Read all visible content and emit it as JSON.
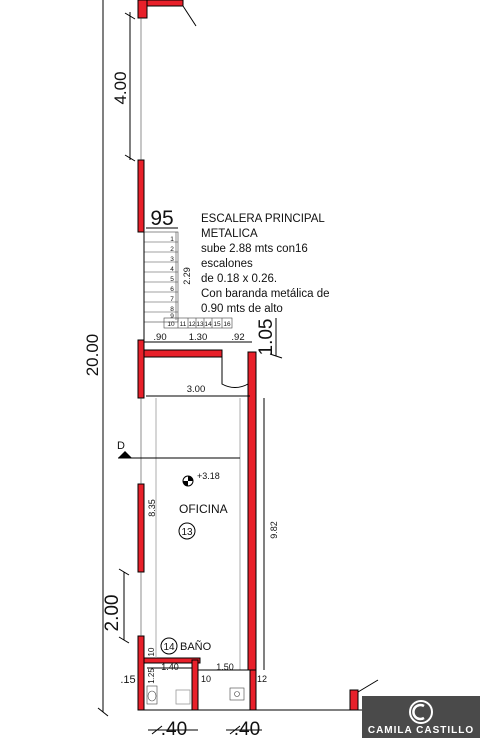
{
  "colors": {
    "wall": "#e8202a",
    "lines": "#000000",
    "logo_bg": "#4a4a4a"
  },
  "dimensions": {
    "overall_height": "20.00",
    "upper_space": "4.00",
    "stair_left": "95",
    "stair_run": "2.29",
    "stair_bottom_left": ".90",
    "stair_bottom_mid": "1.30",
    "stair_bottom_right": ".92",
    "landing": "1.05",
    "office_width": "3.00",
    "office_left_height": "8.35",
    "office_right_height": "9.82",
    "window_height": "2.00",
    "bath_wall": "10",
    "bath_height": "1.25",
    "bath_width": "1.40",
    "bath_wall_right": "10",
    "hall_width": "1.50",
    "right_wall": "12",
    "left_wall": ".15",
    "bottom_left": ".40",
    "bottom_right": ".40"
  },
  "stair": {
    "title_line1": "ESCALERA PRINCIPAL",
    "title_line2": "METALICA",
    "desc1": "sube 2.88 mts con16",
    "desc2": "escalones",
    "desc3": "de 0.18 x 0.26.",
    "desc4": "Con baranda metálica de",
    "desc5": "0.90 mts de alto",
    "steps_vertical": [
      "1",
      "2",
      "3",
      "4",
      "5",
      "6",
      "7",
      "8",
      "9"
    ],
    "steps_horizontal": [
      "10",
      "11",
      "12",
      "13",
      "14",
      "15",
      "16"
    ]
  },
  "rooms": {
    "office_name": "OFICINA",
    "office_number": "13",
    "office_level": "+3.18",
    "bath_name": "BAÑO",
    "bath_number": "14"
  },
  "section_marker": "D",
  "logo": {
    "name": "CAMILA CASTILLO",
    "icon": "cc-monogram-icon"
  }
}
